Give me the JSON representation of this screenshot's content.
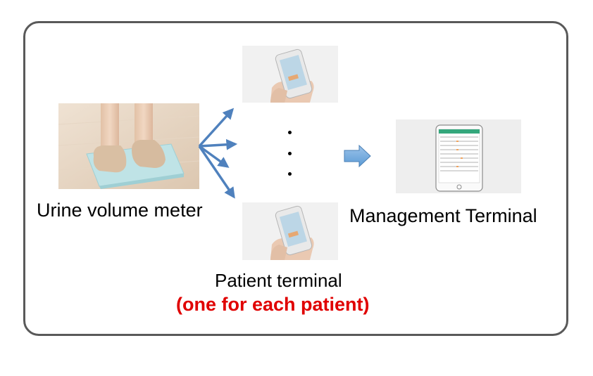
{
  "labels": {
    "meter": "Urine volume meter",
    "management": "Management Terminal",
    "patient": "Patient terminal",
    "patient_note": "(one for each patient)"
  },
  "colors": {
    "border": "#595959",
    "arrow": "#4f81bd",
    "block_arrow": "#5b9bd5",
    "note": "#e00000"
  },
  "icons": {
    "meter": "urine-volume-meter-photo",
    "phone": "smartphone-in-hand-photo",
    "tablet": "tablet-photo"
  }
}
